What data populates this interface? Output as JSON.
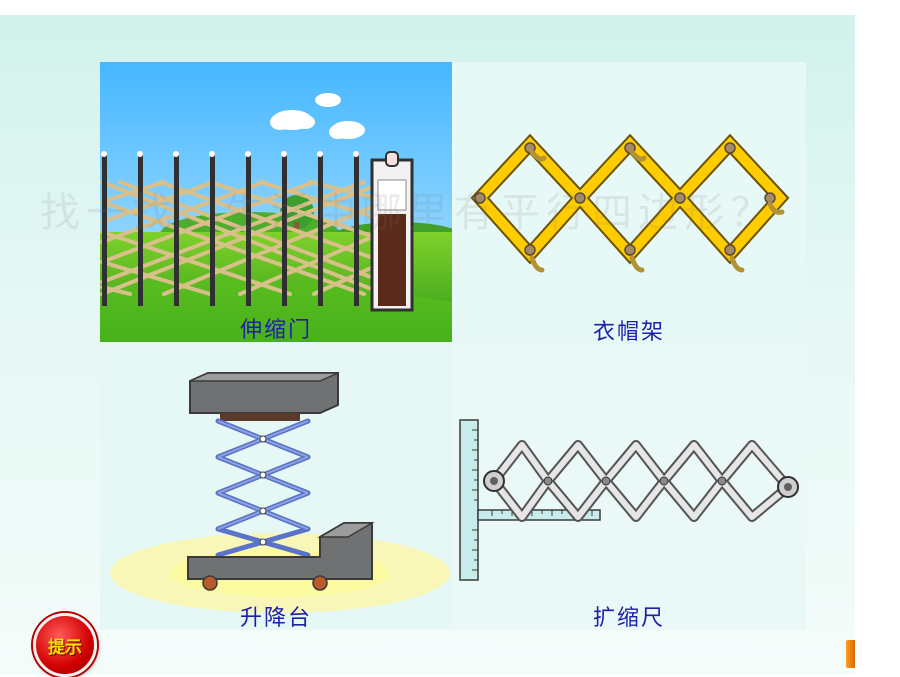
{
  "watermark": "找一找，生活中哪里有平行四边形？",
  "panels": {
    "gate": {
      "caption": "伸缩门"
    },
    "rack": {
      "caption": "衣帽架"
    },
    "lift": {
      "caption": "升降台"
    },
    "ruler": {
      "caption": "扩缩尺"
    }
  },
  "hint_button": {
    "label": "提示"
  },
  "colors": {
    "caption": "#1f1fa8",
    "hint_red": "#d10000",
    "hint_text": "#ffe100",
    "rack_yellow": "#ffcc00",
    "gate_lattice": "#d9c08a",
    "lift_gray": "#7f8183",
    "lift_scissor": "#5a72c8"
  }
}
